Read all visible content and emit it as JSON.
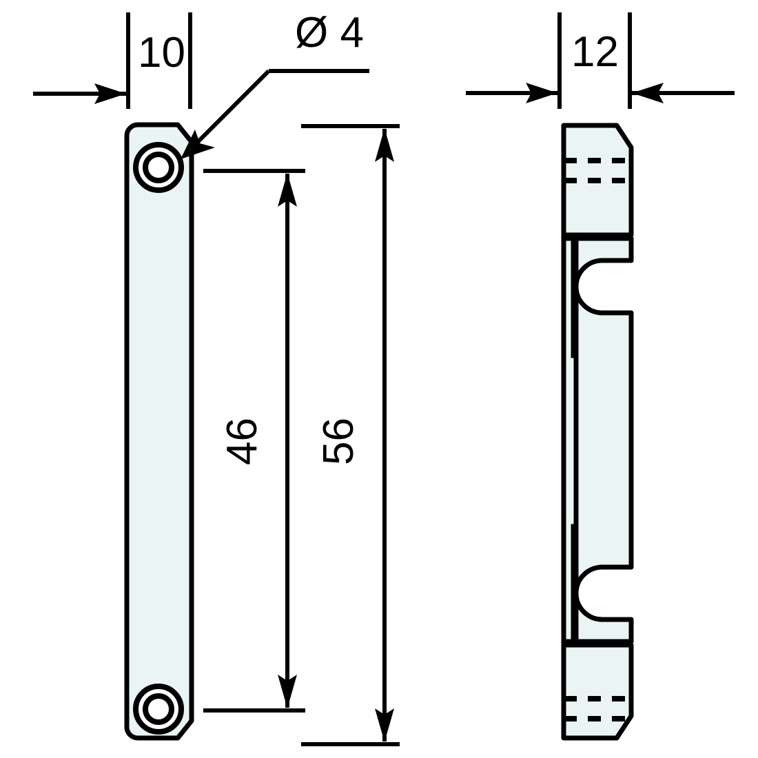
{
  "drawing": {
    "title": "Technical part drawing - two orthographic views",
    "background_color": "#ffffff",
    "line_color": "#000000",
    "part_fill_color": "#eaf4f4",
    "views": [
      {
        "name": "front-view",
        "description": "Narrow flat strap plate with two countersunk holes, rounded left corners and chamfered right corners"
      },
      {
        "name": "side-view",
        "description": "Side profile with stepped notches, chamfered corners and hidden dashed hole lines"
      }
    ]
  },
  "dimensions": {
    "width_front": {
      "label": "10",
      "name": "width-dimension"
    },
    "hole_diameter": {
      "label": "Ø 4",
      "name": "hole-diameter-callout"
    },
    "hole_spacing": {
      "label": "46",
      "name": "hole-spacing-dimension"
    },
    "overall_length": {
      "label": "56",
      "name": "overall-length-dimension"
    },
    "width_side": {
      "label": "12",
      "name": "side-width-dimension"
    }
  }
}
